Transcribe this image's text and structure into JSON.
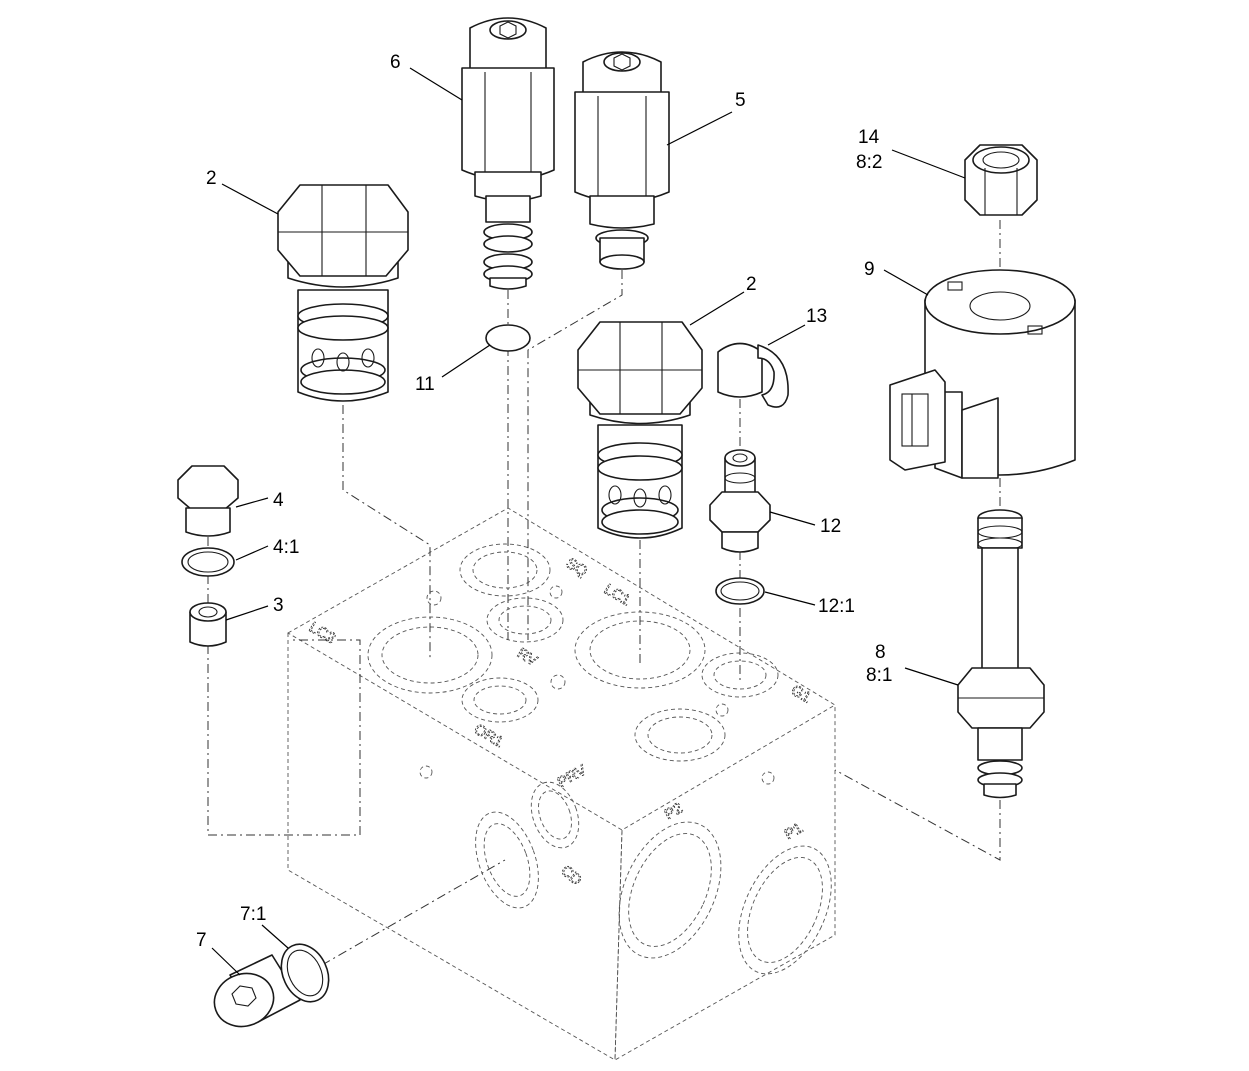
{
  "callouts": [
    {
      "id": "c6",
      "text": "6"
    },
    {
      "id": "c5",
      "text": "5"
    },
    {
      "id": "c14",
      "text": "14"
    },
    {
      "id": "c82",
      "text": "8:2"
    },
    {
      "id": "c2a",
      "text": "2"
    },
    {
      "id": "c9",
      "text": "9"
    },
    {
      "id": "c2b",
      "text": "2"
    },
    {
      "id": "c13",
      "text": "13"
    },
    {
      "id": "c11",
      "text": "11"
    },
    {
      "id": "c4",
      "text": "4"
    },
    {
      "id": "c41",
      "text": "4:1"
    },
    {
      "id": "c3",
      "text": "3"
    },
    {
      "id": "c12",
      "text": "12"
    },
    {
      "id": "c121",
      "text": "12:1"
    },
    {
      "id": "c8",
      "text": "8"
    },
    {
      "id": "c81",
      "text": "8:1"
    },
    {
      "id": "c71",
      "text": "7:1"
    },
    {
      "id": "c7",
      "text": "7"
    }
  ],
  "ports": {
    "sq": "SQ",
    "lc1": "LC1",
    "lc2": "LC2",
    "rv": "RV",
    "g1": "G1",
    "or1": "OR1",
    "prv": "PRV",
    "p2": "P2",
    "p1": "P1",
    "cd": "CD"
  }
}
